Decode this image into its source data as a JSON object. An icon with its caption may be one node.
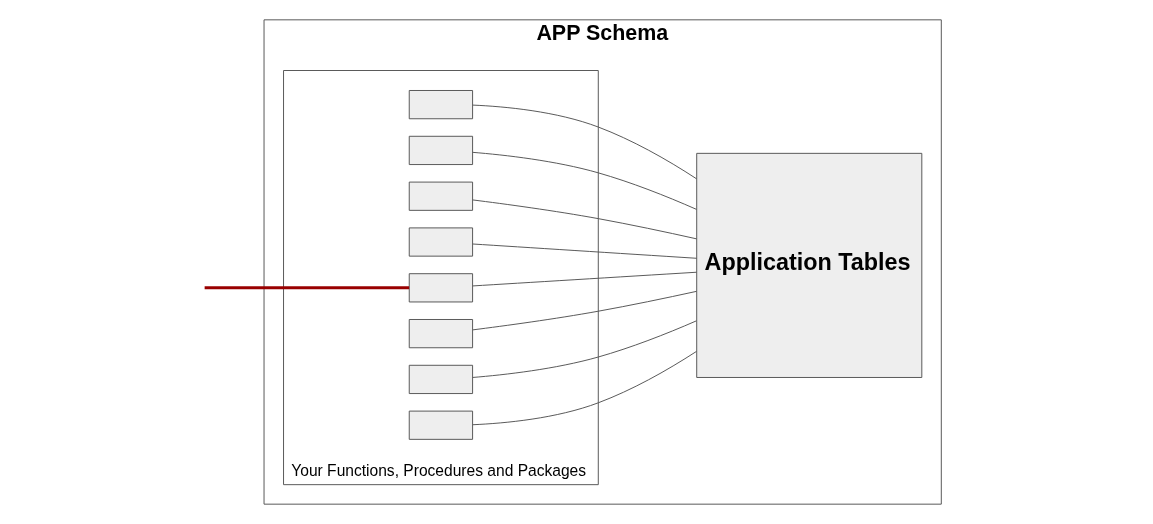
{
  "diagram": {
    "nodes": [
      {
        "text": [
          "APP Schema"
        ]
      },
      {
        "text": [
          "Your Functions, Procedures and Packages"
        ],
        "in": 0
      },
      {
        "text": [],
        "shape": "box",
        "in": 1
      },
      {
        "text": [],
        "shape": "box",
        "in": 1
      },
      {
        "text": [],
        "shape": "box",
        "in": 1
      },
      {
        "text": [],
        "shape": "box",
        "in": 1
      },
      {
        "text": [],
        "shape": "box",
        "in": 1
      },
      {
        "text": [],
        "shape": "box",
        "in": 1
      },
      {
        "text": [],
        "shape": "box",
        "in": 1
      },
      {
        "text": [],
        "shape": "box",
        "in": 1
      },
      {
        "text": [
          "Application Tables"
        ],
        "in": 0
      }
    ],
    "edges": [
      {
        "from": 2,
        "to": 10,
        "arrow": "none"
      },
      {
        "from": 3,
        "to": 10,
        "arrow": "none"
      },
      {
        "from": 4,
        "to": 10,
        "arrow": "none"
      },
      {
        "from": 5,
        "to": 10,
        "arrow": "none"
      },
      {
        "from": 6,
        "to": 10,
        "arrow": "none"
      },
      {
        "from": 7,
        "to": 10,
        "arrow": "none"
      },
      {
        "from": 8,
        "to": 10,
        "arrow": "none"
      },
      {
        "from": 9,
        "to": 10,
        "arrow": "none"
      },
      {
        "from": null,
        "to": 6,
        "arrow": "none",
        "style": "thick",
        "color": "#990000"
      }
    ]
  }
}
